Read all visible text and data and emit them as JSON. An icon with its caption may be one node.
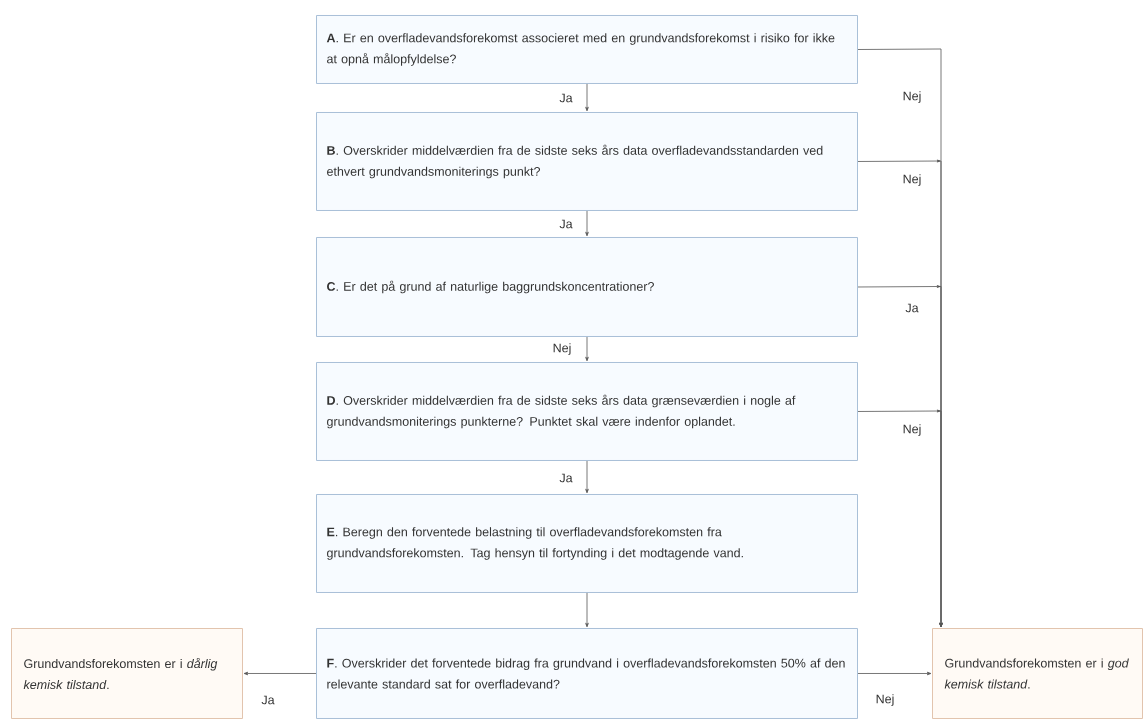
{
  "diagram": {
    "nodes": [
      {
        "text": [
          "**A**. Er en overfladevandsforekomst associeret med en grundvandsforekomst i risiko for ikke at opnå målopfyldelse?"
        ]
      },
      {
        "text": [
          "**B**. Overskrider middelværdien fra de sidste seks års data overfladevandsstandarden ved ethvert grundvandsmoniterings punkt?"
        ]
      },
      {
        "text": [
          "**C**. Er det på grund af naturlige baggrundskoncentrationer?"
        ]
      },
      {
        "text": [
          "**D**. Overskrider middelværdien fra de sidste seks års data grænseværdien i nogle af grundvandsmoniterings punkterne? Punktet skal være indenfor oplandet."
        ]
      },
      {
        "text": [
          "**E**. Beregn den forventede belastning til overfladevandsforekomsten fra grundvandsforekomsten. Tag hensyn til fortynding i det modtagende vand."
        ]
      },
      {
        "text": [
          "**F**. Overskrider det forventede bidrag fra grundvand i overfladevandsforekomsten 50% af den relevante standard sat for overfladevand?"
        ]
      },
      {
        "text": [
          "Grundvandsforekomsten er i *dårlig kemisk tilstand*."
        ]
      },
      {
        "text": [
          "Grundvandsforekomsten er i *god kemisk tilstand*."
        ]
      }
    ],
    "edges": [
      {
        "from": 0,
        "to": 1,
        "arrow": "to",
        "label": "Ja"
      },
      {
        "from": 1,
        "to": 2,
        "arrow": "to",
        "label": "Ja"
      },
      {
        "from": 2,
        "to": 3,
        "arrow": "to",
        "label": "Nej"
      },
      {
        "from": 3,
        "to": 4,
        "arrow": "to",
        "label": "Ja"
      },
      {
        "from": 4,
        "to": 5,
        "arrow": "to"
      },
      {
        "from": 5,
        "to": 6,
        "arrow": "to",
        "label": "Ja"
      },
      {
        "from": 5,
        "to": 7,
        "arrow": "to",
        "label": "Nej"
      },
      {
        "from": 0,
        "to": 7,
        "arrow": "to",
        "label": "Nej"
      },
      {
        "from": 1,
        "to": 7,
        "arrow": "to",
        "label": "Nej"
      },
      {
        "from": 2,
        "to": 7,
        "arrow": "to",
        "label": "Ja"
      },
      {
        "from": 3,
        "to": 7,
        "arrow": "to",
        "label": "Nej"
      }
    ]
  }
}
